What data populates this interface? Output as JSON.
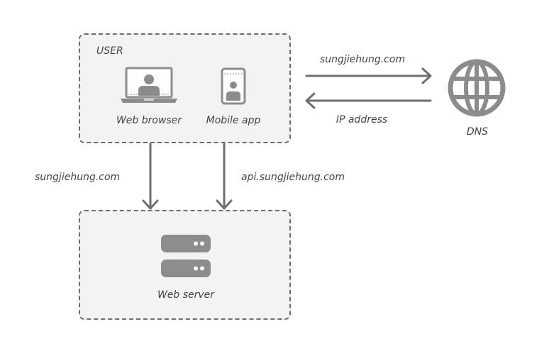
{
  "user_group": {
    "title": "USER",
    "web_browser_label": "Web browser",
    "mobile_app_label": "Mobile app"
  },
  "dns": {
    "label": "DNS",
    "request_label": "sungjiehung.com",
    "response_label": "IP address"
  },
  "server_group": {
    "web_server_label": "Web server"
  },
  "connections": {
    "browser_to_server_label": "sungjiehung.com",
    "app_to_server_label": "api.sungjiehung.com"
  },
  "colors": {
    "box_fill": "#f3f3f3",
    "box_border": "#6e6e6e",
    "arrow": "#6e6e6e",
    "icon": "#8c8c8c",
    "text": "#444444"
  },
  "icons": {
    "laptop": "laptop-icon",
    "phone": "mobile-phone-icon",
    "globe": "globe-icon",
    "server": "server-icon"
  }
}
